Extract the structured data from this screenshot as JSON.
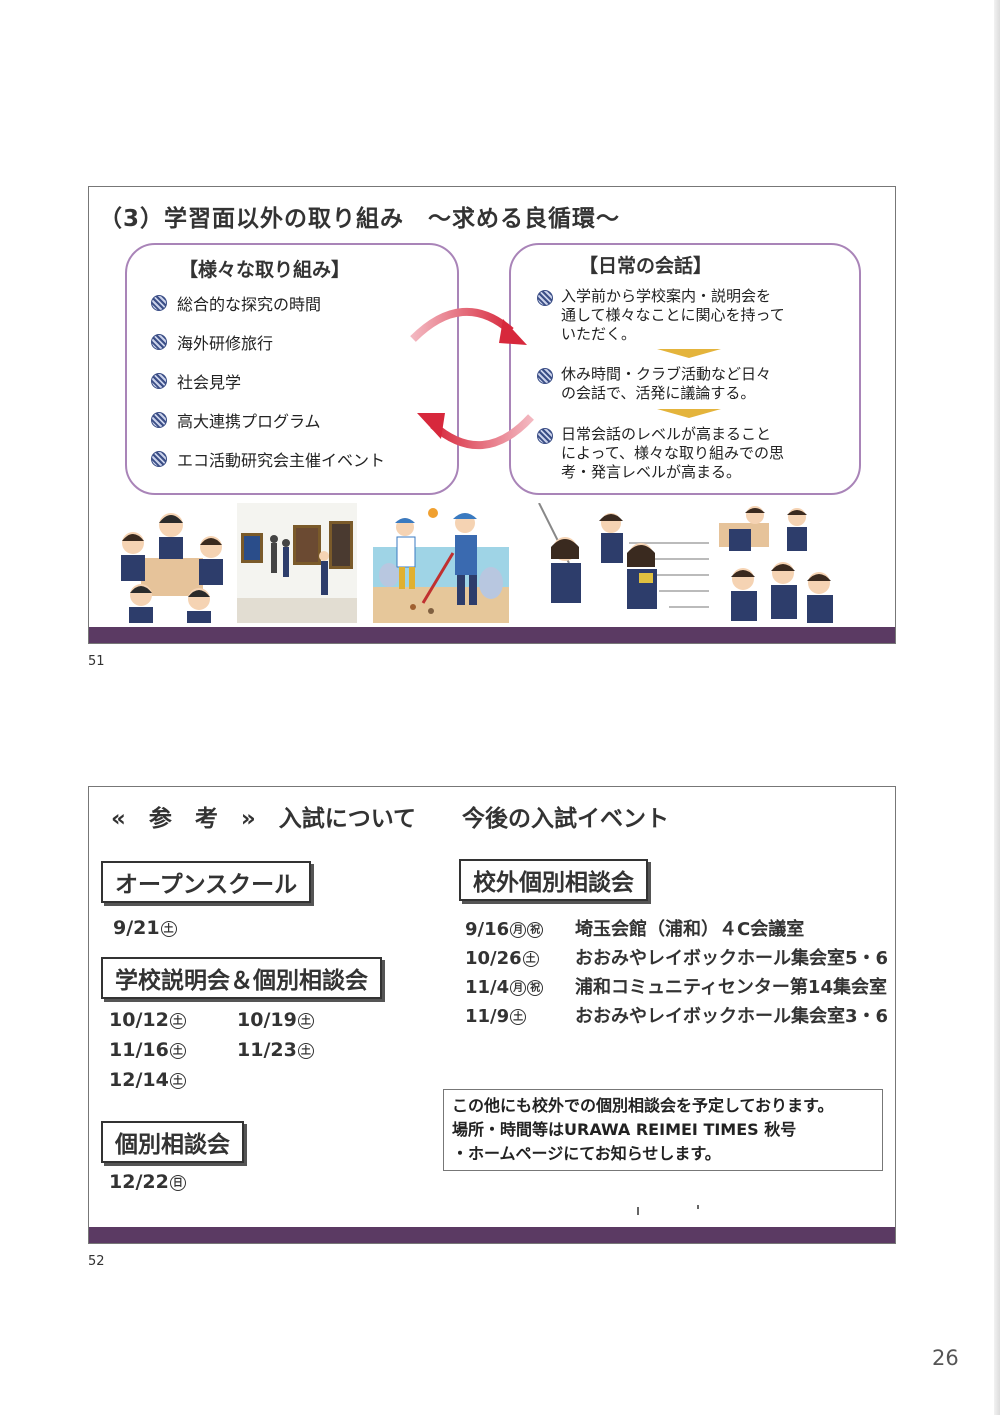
{
  "slide1": {
    "title": "（3）学習面以外の取り組み　～求める良循環～",
    "left_panel": {
      "heading": "【様々な取り組み】",
      "items": [
        "総合的な探究の時間",
        "海外研修旅行",
        "社会見学",
        "高大連携プログラム",
        "エコ活動研究会主催イベント"
      ]
    },
    "right_panel": {
      "heading": "【日常の会話】",
      "items": [
        "入学前から学校案内・説明会を\n通して様々なことに関心を持って\nいただく。",
        "休み時間・クラブ活動など日々\nの会話で、活発に議論する。",
        "日常会話のレベルが高まること\nによって、様々な取り組みでの思\n考・発言レベルが高まる。"
      ]
    },
    "number": "51"
  },
  "slide2": {
    "title": "«　参　考　»　入試について　　今後の入試イベント",
    "open_school": {
      "label": "オープンスクール",
      "date": "9/21",
      "day": "土"
    },
    "briefing": {
      "label": "学校説明会＆個別相談会",
      "dates": [
        {
          "date": "10/12",
          "day": "土"
        },
        {
          "date": "10/19",
          "day": "土"
        },
        {
          "date": "11/16",
          "day": "土"
        },
        {
          "date": "11/23",
          "day": "土"
        },
        {
          "date": "12/14",
          "day": "土"
        }
      ]
    },
    "consult": {
      "label": "個別相談会",
      "date": "12/22",
      "day": "日"
    },
    "outside": {
      "label": "校外個別相談会",
      "events": [
        {
          "date": "9/16",
          "day": "月",
          "holiday": "祝",
          "venue": "埼玉会館（浦和）４C会議室"
        },
        {
          "date": "10/26",
          "day": "土",
          "holiday": "",
          "venue": "おおみやレイボックホール集会室5・6"
        },
        {
          "date": "11/4",
          "day": "月",
          "holiday": "祝",
          "venue": "浦和コミュニティセンター第14集会室"
        },
        {
          "date": "11/9",
          "day": "土",
          "holiday": "",
          "venue": "おおみやレイボックホール集会室3・6"
        }
      ]
    },
    "note": [
      "この他にも校外での個別相談会を予定しております。",
      "場所・時間等はURAWA REIMEI TIMES 秋号",
      "・ホームページにてお知らせします。"
    ],
    "number": "52"
  },
  "page_number": "26",
  "colors": {
    "panel_border": "#a984b8",
    "slide_bar": "#5b3a63",
    "bullet": "#3b4e86",
    "arrow": "#d7283c",
    "down_arrow": "#e4b43c"
  }
}
